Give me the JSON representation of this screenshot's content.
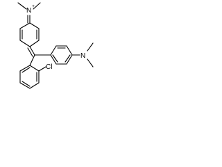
{
  "molecule": {
    "atoms": {
      "n_top": "N",
      "n_top_charge": "+",
      "n_right": "N",
      "cl": "Cl"
    }
  }
}
